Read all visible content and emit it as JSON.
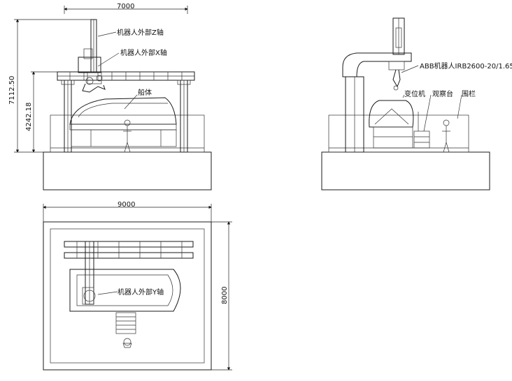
{
  "dimensions": {
    "front_width": "7000",
    "front_height_total": "7112.50",
    "front_height_rail": "4242.18",
    "top_width": "9000",
    "top_depth": "8000"
  },
  "labels": {
    "z_axis": "机器人外部Z轴",
    "x_axis": "机器人外部X轴",
    "hull": "船体",
    "robot_model": "ABB机器人IRB2600-20/1.65",
    "positioner": "变位机",
    "platform": "观察台",
    "fence": "围栏",
    "y_axis": "机器人外部Y轴"
  }
}
